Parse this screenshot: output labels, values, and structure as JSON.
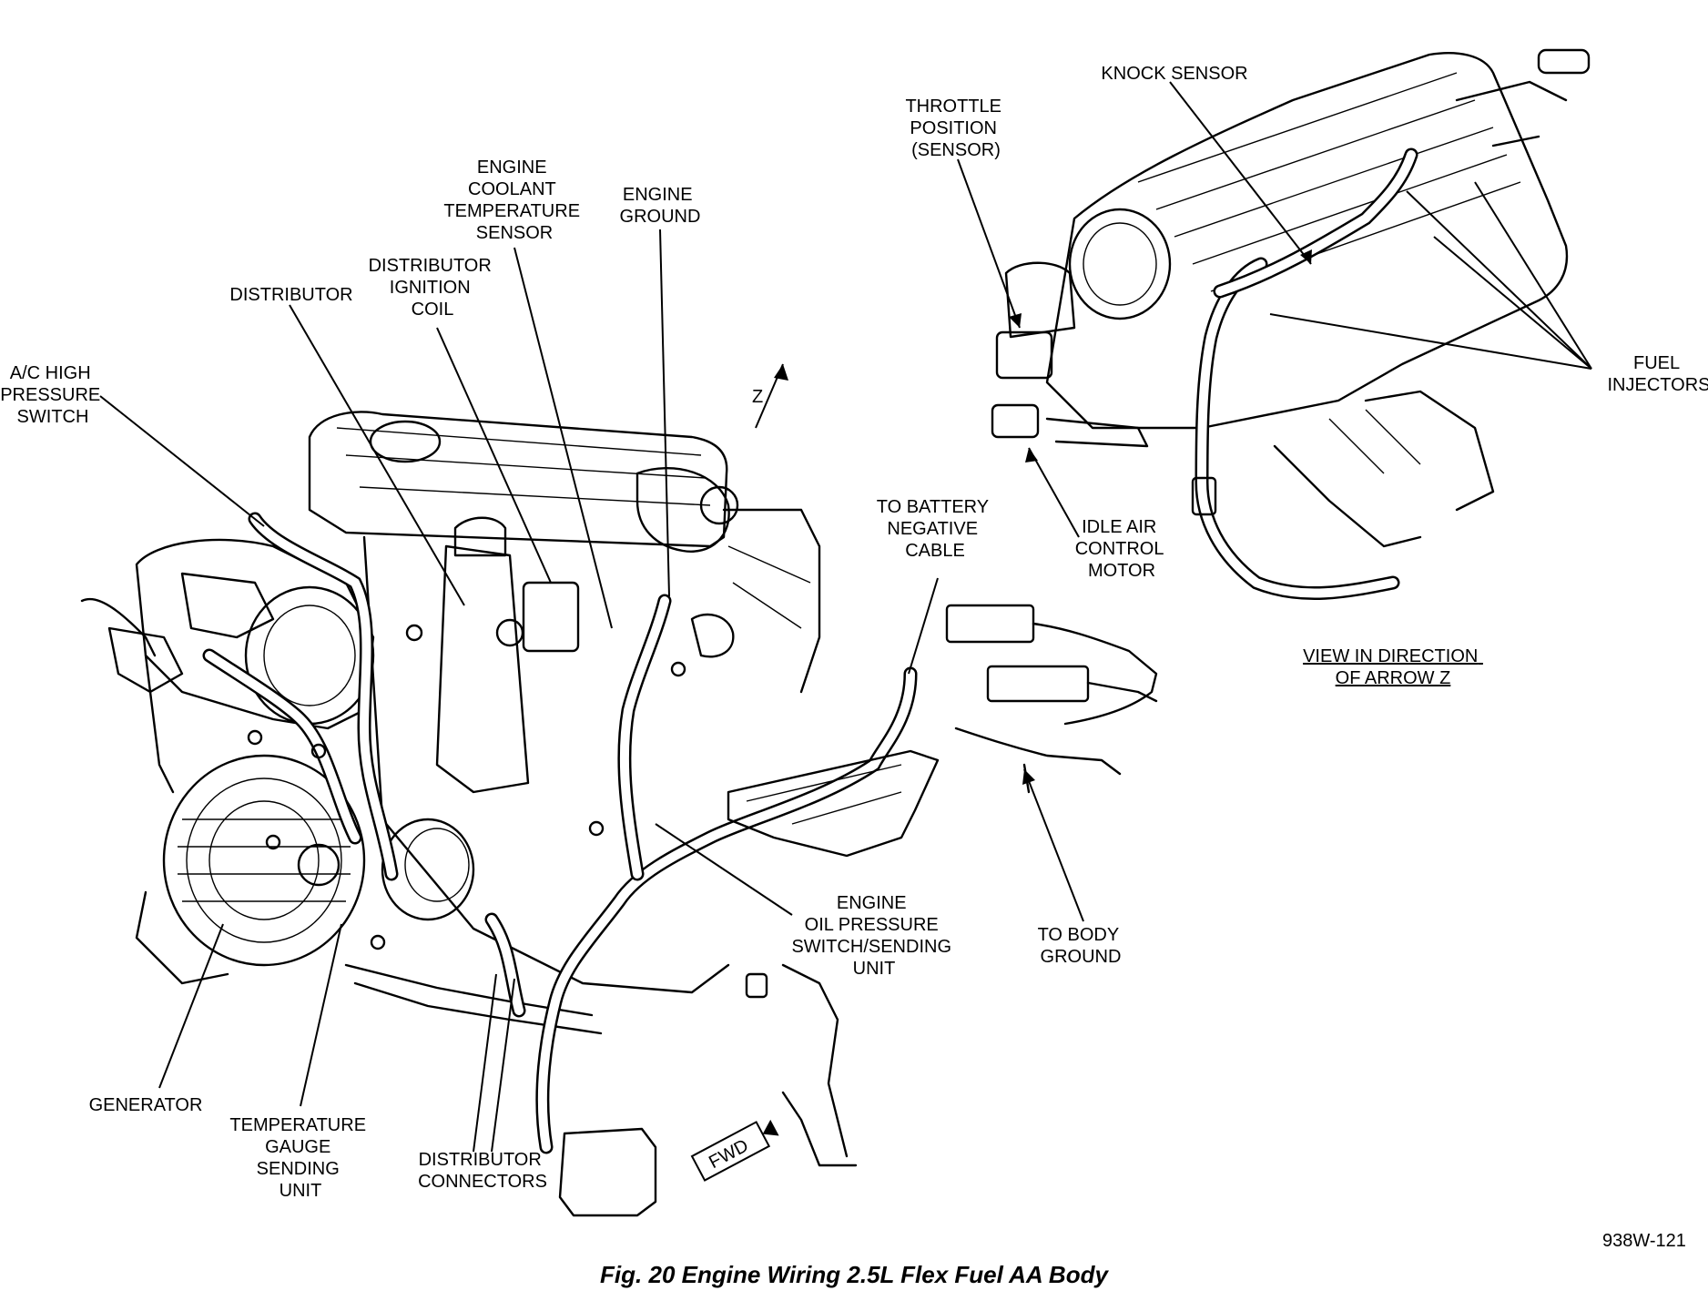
{
  "labels": {
    "ac_high_pressure_switch": [
      "A/C HIGH",
      "PRESSURE",
      "SWITCH"
    ],
    "distributor": [
      "DISTRIBUTOR"
    ],
    "distributor_ignition_coil": [
      "DISTRIBUTOR",
      "IGNITION",
      "COIL"
    ],
    "engine_coolant_temperature_sensor": [
      "ENGINE",
      "COOLANT",
      "TEMPERATURE",
      "SENSOR"
    ],
    "engine_ground": [
      "ENGINE",
      "GROUND"
    ],
    "throttle_position_sensor": [
      "THROTTLE",
      "POSITION",
      "(SENSOR)"
    ],
    "knock_sensor": [
      "KNOCK SENSOR"
    ],
    "fuel_injectors": [
      "FUEL",
      "INJECTORS"
    ],
    "idle_air_control_motor": [
      "IDLE AIR",
      "CONTROL",
      "MOTOR"
    ],
    "to_battery_negative_cable": [
      "TO BATTERY",
      "NEGATIVE",
      "CABLE"
    ],
    "view_in_direction": [
      "VIEW IN DIRECTION",
      "OF ARROW Z"
    ],
    "engine_oil_pressure_switch": [
      "ENGINE",
      "OIL PRESSURE",
      "SWITCH/SENDING",
      "UNIT"
    ],
    "to_body_ground": [
      "TO BODY",
      "GROUND"
    ],
    "generator": [
      "GENERATOR"
    ],
    "temperature_gauge_sending_unit": [
      "TEMPERATURE",
      "GAUGE",
      "SENDING",
      "UNIT"
    ],
    "distributor_connectors": [
      "DISTRIBUTOR",
      "CONNECTORS"
    ]
  },
  "markers": {
    "arrow_z": "Z",
    "fwd": "FWD"
  },
  "figure_id": "938W-121",
  "caption": "Fig. 20 Engine Wiring 2.5L Flex Fuel AA Body"
}
